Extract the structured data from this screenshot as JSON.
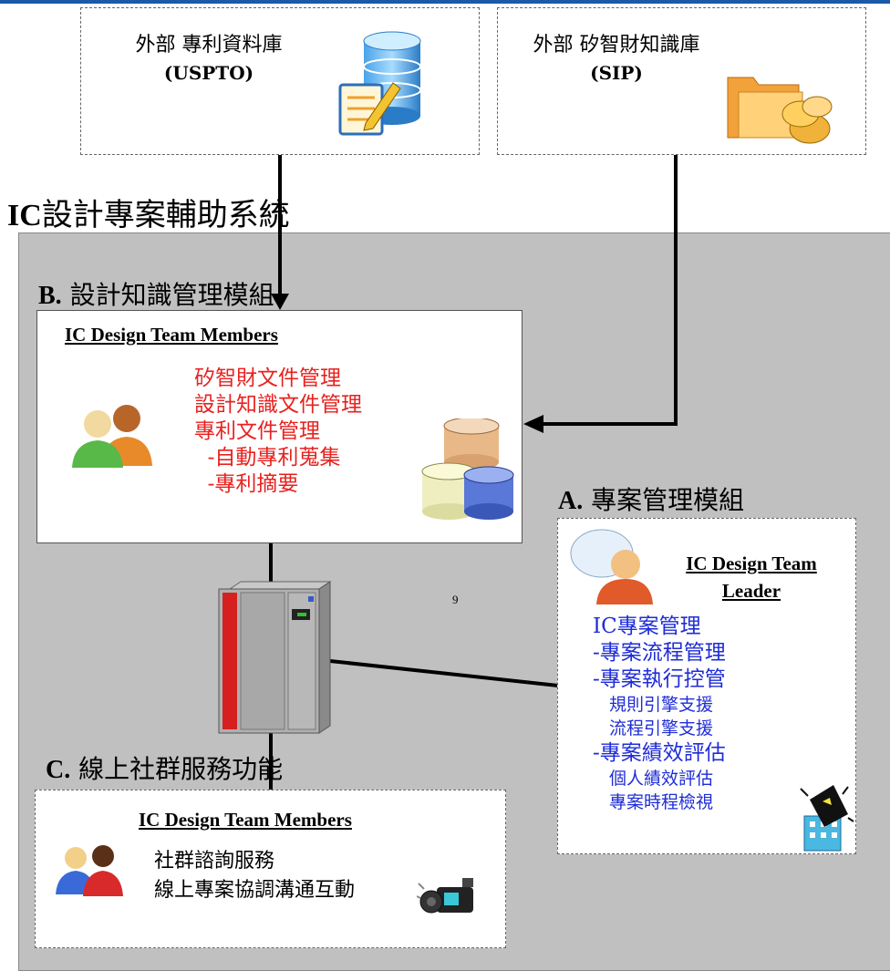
{
  "title": {
    "prefix": "IC",
    "text": "設計專案輔助系統"
  },
  "external_uspto": {
    "line1": "外部 專利資料庫",
    "line2": "(USPTO)",
    "icon": "database-edit-icon"
  },
  "external_sip": {
    "line1": "外部 矽智財知識庫",
    "line2": "(SIP)",
    "icon": "folder-coins-icon"
  },
  "module_b": {
    "letter": "B.",
    "title": "設計知識管理模組",
    "team": "IC Design Team Members",
    "items": [
      "矽智財文件管理",
      "設計知識文件管理",
      "專利文件管理",
      "  -自動專利蒐集",
      "  -專利摘要"
    ],
    "color": "#e8221f"
  },
  "module_a": {
    "letter": "A.",
    "title": "專案管理模組",
    "team_line1": "IC Design Team",
    "team_line2": "Leader",
    "items": [
      {
        "text": "IC專案管理",
        "size": "large"
      },
      {
        "text": "-專案流程管理",
        "size": "large"
      },
      {
        "text": "-專案執行控管",
        "size": "large"
      },
      {
        "text": "規則引擎支援",
        "size": "small"
      },
      {
        "text": "流程引擎支援",
        "size": "small"
      },
      {
        "text": "-專案績效評估",
        "size": "large"
      },
      {
        "text": "個人績效評估",
        "size": "small"
      },
      {
        "text": "專案時程檢視",
        "size": "small"
      }
    ],
    "color": "#1f2dd6"
  },
  "module_c": {
    "letter": "C.",
    "title": "線上社群服務功能",
    "team": "IC Design Team Members",
    "items": [
      "社群諮詢服務",
      "線上專案協調溝通互動"
    ]
  },
  "page_number": "9"
}
